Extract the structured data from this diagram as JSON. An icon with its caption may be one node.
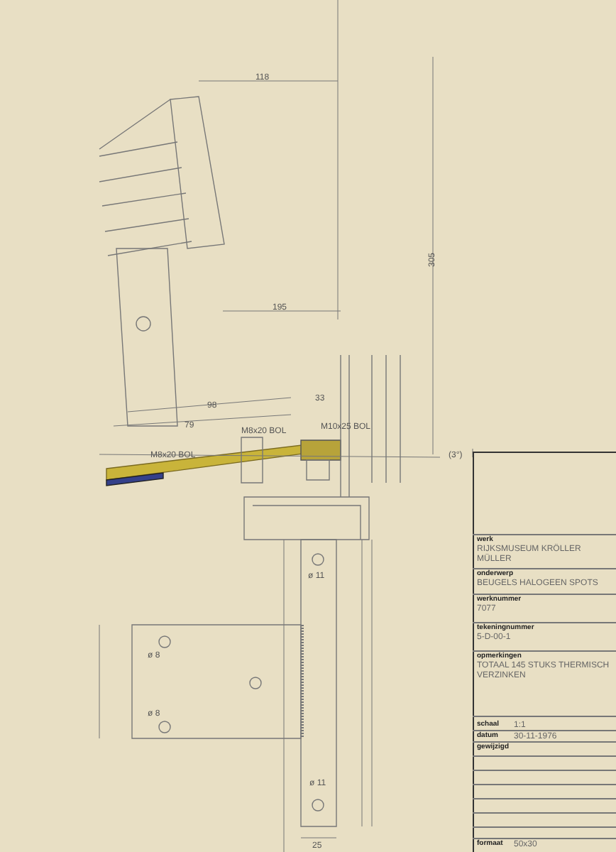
{
  "diagram": {
    "labels": [
      "118",
      "305",
      "195",
      "98",
      "79",
      "33",
      "M8x20 BOL",
      "M10x25 BOL",
      "M8x20 BOL",
      "(3°)",
      "ø 11",
      "ø 8",
      "ø 8",
      "ø 11",
      "25",
      "werk",
      "RIJKSMUSEUM KRÖLLER MÜLLER",
      "onderwerp",
      "BEUGELS HALOGEEN SPOTS",
      "werknummer",
      "7077",
      "tekeningnummer",
      "5-D-00-1",
      "opmerkingen",
      "TOTAAL 145 STUKS THERMISCH VERZINKEN",
      "schaal",
      "1:1",
      "datum",
      "30-11-1976",
      "gewijzigd",
      "formaat",
      "50x30"
    ]
  }
}
